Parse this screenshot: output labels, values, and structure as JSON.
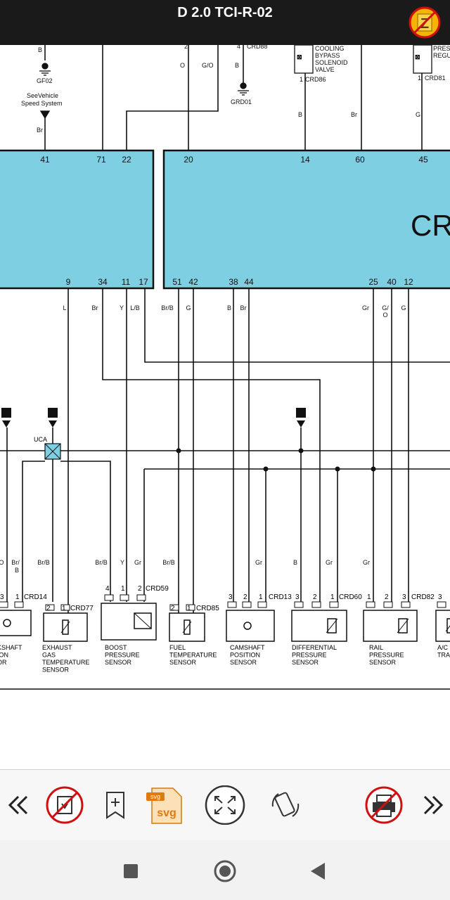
{
  "header": {
    "title": "D 2.0 TCI-R-02"
  },
  "diagram": {
    "ecu_text": "CR",
    "top_labels": {
      "b1": "B",
      "gf02": "GF02",
      "see_vehicle": "SeeVehicle",
      "speed_system": "Speed System",
      "br1": "Br",
      "o": "O",
      "go": "G/O",
      "pin2": "2",
      "pin4": "4",
      "b2": "B",
      "crd88": "CRD88",
      "grd01": "GRD01",
      "cooling": "COOLING",
      "bypass": "BYPASS",
      "solenoid": "SOLENOID",
      "valve": "VALVE",
      "crd86_pin": "1",
      "crd86": "CRD86",
      "b3": "B",
      "br2": "Br",
      "g1": "G",
      "press": "PRESS",
      "regu": "REGU",
      "crd81_pin": "1",
      "crd81": "CRD81"
    },
    "pins_top": [
      "41",
      "71",
      "22",
      "20",
      "14",
      "60",
      "45"
    ],
    "pins_bottom": [
      "9",
      "34",
      "11",
      "17",
      "51",
      "42",
      "38",
      "44",
      "25",
      "40",
      "12"
    ],
    "wire_colors_upper": [
      "L",
      "Br",
      "Y",
      "L/B",
      "Br/B",
      "G",
      "B",
      "Br",
      "Gr",
      "G/",
      "O",
      "G"
    ],
    "uca": "UCA",
    "wire_colors_lower": [
      "O",
      "Br/",
      "B",
      "Br/B",
      "Br/B",
      "Y",
      "Gr",
      "Br/B",
      "Gr",
      "B",
      "Gr",
      "Gr"
    ],
    "connectors": [
      {
        "code": "CRD14",
        "pins": [
          "3",
          "1"
        ],
        "name": [
          "KSHAFT",
          "ION",
          "OR"
        ]
      },
      {
        "code": "CRD77",
        "pins": [
          "2",
          "1"
        ],
        "name": [
          "EXHAUST",
          "GAS",
          "TEMPERATURE",
          "SENSOR"
        ]
      },
      {
        "code": "CRD59",
        "pins": [
          "4",
          "1",
          "2"
        ],
        "name": [
          "BOOST",
          "PRESSURE",
          "SENSOR"
        ]
      },
      {
        "code": "CRD85",
        "pins": [
          "2",
          "1"
        ],
        "name": [
          "FUEL",
          "TEMPERATURE",
          "SENSOR"
        ]
      },
      {
        "code": "CRD13",
        "pins": [
          "3",
          "2",
          "1"
        ],
        "name": [
          "CAMSHAFT",
          "POSITION",
          "SENSOR"
        ]
      },
      {
        "code": "CRD60",
        "pins": [
          "3",
          "2",
          "1"
        ],
        "name": [
          "DIFFERENTIAL",
          "PRESSURE",
          "SENSOR"
        ]
      },
      {
        "code": "CRD82",
        "pins": [
          "1",
          "2",
          "3"
        ],
        "name": [
          "RAIL",
          "PRESSURE",
          "SENSOR"
        ]
      },
      {
        "code": "",
        "pins": [
          "3"
        ],
        "name": [
          "A/C",
          "TRA"
        ]
      }
    ]
  },
  "toolbar": {
    "icons": [
      "back-double-chevron-icon",
      "save-disabled-icon",
      "bookmark-add-icon",
      "svg-file-icon",
      "fullscreen-icon",
      "rotate-icon",
      "print-disabled-icon",
      "forward-double-chevron-icon"
    ],
    "svg_label": "svg",
    "svg_tag": "svg"
  },
  "colors": {
    "ecu_fill": "#7fcfe3",
    "header_bg": "#1a1a1a",
    "wire": "#111111"
  }
}
